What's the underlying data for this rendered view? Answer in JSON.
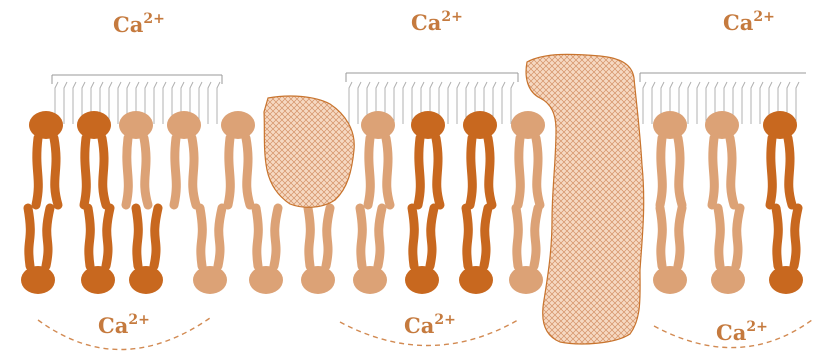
{
  "ions": [
    {
      "symbol": "Ca",
      "charge": "2+",
      "side": "outer"
    },
    {
      "symbol": "Ca",
      "charge": "2+",
      "side": "outer"
    },
    {
      "symbol": "Ca",
      "charge": "2+",
      "side": "outer"
    },
    {
      "symbol": "Ca",
      "charge": "2+",
      "side": "inner"
    },
    {
      "symbol": "Ca",
      "charge": "2+",
      "side": "inner"
    },
    {
      "symbol": "Ca",
      "charge": "2+",
      "side": "inner"
    }
  ],
  "colors": {
    "ion_text": "#c57a3e",
    "lipid_dark": "#c8681f",
    "lipid_light": "#dca276",
    "protein_fill": "#f6d9c2",
    "protein_hatch": "#d49166",
    "protein_stroke": "#c8742e",
    "tail_line": "#b0b0b0",
    "dashed_curve": "#d28a52"
  },
  "phospholipids": {
    "top": [
      "dark",
      "dark",
      "light",
      "light",
      "light",
      "light",
      "dark",
      "dark",
      "light",
      "light",
      "light",
      "dark"
    ],
    "bottom": [
      "dark",
      "dark",
      "dark",
      "light",
      "light",
      "light",
      "light",
      "dark",
      "dark",
      "light",
      "light",
      "light",
      "dark"
    ]
  }
}
